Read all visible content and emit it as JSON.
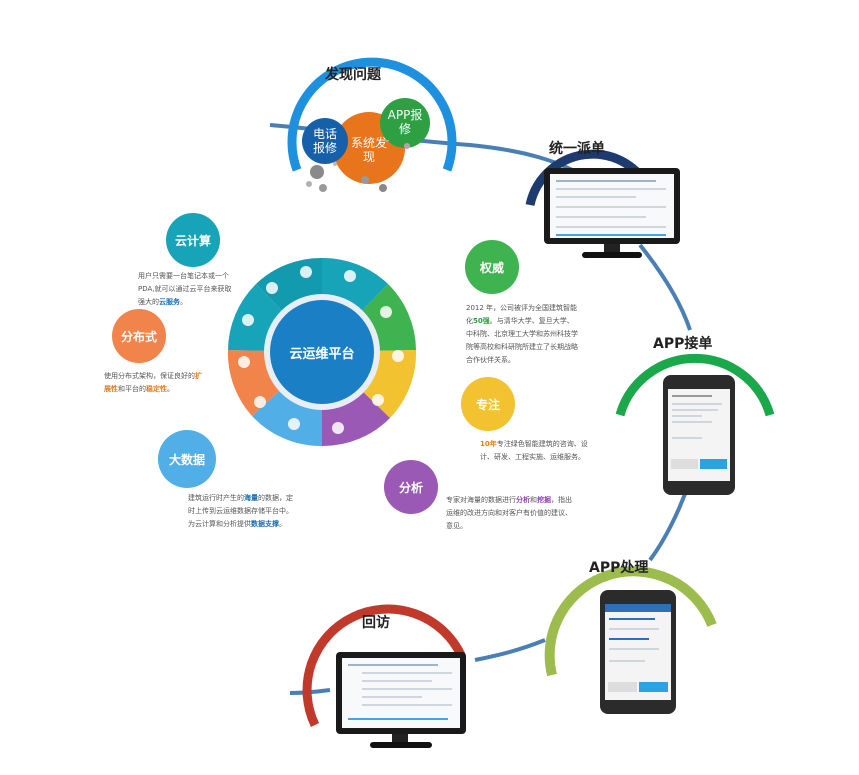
{
  "stages": {
    "discover": "发现问题",
    "dispatch": "统一派单",
    "app_accept": "APP接单",
    "app_process": "APP处理",
    "revisit": "回访"
  },
  "discover_sources": {
    "phone": "电话\n报修",
    "system": "系统发\n现",
    "app": "APP报\n修"
  },
  "platform": {
    "center": "云运维平台",
    "nodes": {
      "cloud": "云计算",
      "distributed": "分布式",
      "bigdata": "大数据",
      "authority": "权威",
      "focus": "专注",
      "analysis": "分析"
    },
    "desc": {
      "cloud_pre": "用户只需要一台笔记本或一个PDA,就可以通过云平台来获取强大的",
      "cloud_em": "云服务",
      "cloud_post": "。",
      "distributed_pre": "使用分布式架构，保证良好的",
      "distributed_em1": "扩展性",
      "distributed_mid": "和平台的",
      "distributed_em2": "稳定性",
      "distributed_post": "。",
      "bigdata_pre": "建筑运行时产生的",
      "bigdata_em1": "海量",
      "bigdata_mid": "的数据，定时上传到云运维数据存储平台中。为云计算和分析提供",
      "bigdata_em2": "数据支撑",
      "bigdata_post": "。",
      "authority_pre": "2012 年，公司被评为全国建筑智能化",
      "authority_em": "50强",
      "authority_post": "。与清华大学、复旦大学、中科院、北京理工大学和苏州科技学院等高校和科研院所建立了长期战略合作伙伴关系。",
      "focus_em": "10年",
      "focus_post": "专注绿色智能建筑的咨询、设计、研发、工程实施、运维服务。",
      "analysis_pre": "专家对海量的数据进行",
      "analysis_em1": "分析",
      "analysis_mid": "和",
      "analysis_em2": "挖掘",
      "analysis_post": "，指出运维的改进方向和对客户有价值的建议、意见。"
    }
  },
  "colors": {
    "blue_arc": "#1e90e0",
    "navy_arc": "#1d3b6e",
    "green_arc": "#1aa84a",
    "olive_arc": "#9cbd4e",
    "red_arc": "#c0392b",
    "cloud": "#17a3b8",
    "distributed": "#f0844a",
    "bigdata": "#52aee6",
    "authority": "#3fb34f",
    "focus": "#f2c230",
    "analysis": "#9b59b6",
    "center": "#1a7fc4",
    "highlight_blue": "#1a6fb5",
    "highlight_orange": "#e77c19",
    "highlight_purple": "#8e44ad",
    "highlight_green": "#2e9e3e"
  },
  "icons": [
    "gear-icon",
    "lock-icon",
    "dollar-icon",
    "bank-icon",
    "scale-icon",
    "book-icon",
    "chart-icon",
    "heart-icon",
    "bulb-icon",
    "wallet-icon",
    "globe-icon",
    "satellite-icon",
    "phone-icon",
    "rocket-icon",
    "money-icon",
    "trophy-icon"
  ]
}
